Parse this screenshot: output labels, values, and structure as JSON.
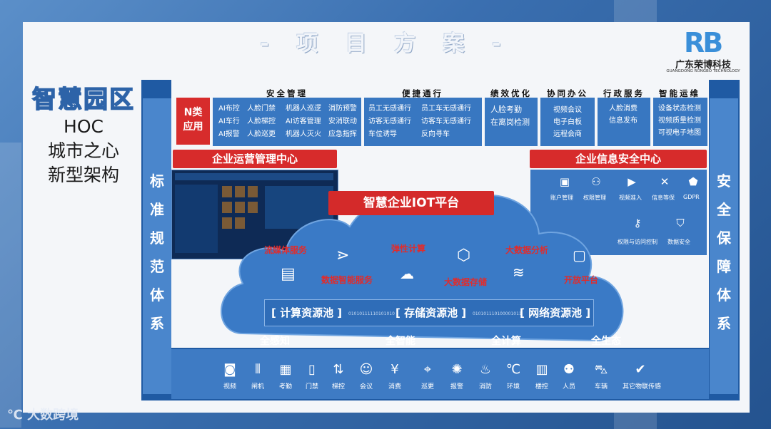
{
  "slide_title": "- 项 目 方 案 -",
  "logo": {
    "mark_r": "R",
    "mark_b": "B",
    "name_cn": "广东荣博科技",
    "name_en": "GUANGDONG RONGBO TECHNOLOGY"
  },
  "left_title": {
    "main": "智慧园区",
    "lines": [
      "HOC",
      "城市之心",
      "新型架构"
    ]
  },
  "left_side": [
    "标",
    "准",
    "规",
    "范",
    "体",
    "系"
  ],
  "right_side": [
    "安",
    "全",
    "保",
    "障",
    "体",
    "系"
  ],
  "napp": {
    "line1": "N类",
    "line2": "应用"
  },
  "categories": [
    {
      "header": "安全管理",
      "items": [
        "AI布控",
        "人脸门禁",
        "机器人巡逻",
        "消防预警",
        "AI车行",
        "人脸梯控",
        "AI访客管理",
        "安消联动",
        "AI报警",
        "人脸巡更",
        "机器人灭火",
        "应急指挥"
      ]
    },
    {
      "header": "便捷通行",
      "items": [
        "员工无感通行",
        "员工车无感通行",
        "访客无感通行",
        "访客车无感通行",
        "车位诱导",
        "反向寻车"
      ]
    },
    {
      "header": "绩效优化",
      "items": [
        "人脸考勤",
        "在离岗检测"
      ]
    },
    {
      "header": "协同办公",
      "items": [
        "视频会议",
        "电子白板",
        "远程会商"
      ]
    },
    {
      "header": "行政服务",
      "items": [
        "人脸消费",
        "信息发布"
      ]
    },
    {
      "header": "智能运维",
      "items": [
        "设备状态检测",
        "视频质量检测",
        "可视电子地图"
      ]
    }
  ],
  "left_center": "企业运营管理中心",
  "right_center": "企业信息安全中心",
  "security_items": [
    {
      "icon": "id-card-icon",
      "glyph": "▣",
      "label": "账户管理"
    },
    {
      "icon": "user-shield-icon",
      "glyph": "⚇",
      "label": "权限管理"
    },
    {
      "icon": "video-camera-icon",
      "glyph": "▶",
      "label": "视频准入"
    },
    {
      "icon": "info-grade-icon",
      "glyph": "✕",
      "label": "信息等保"
    },
    {
      "icon": "gdpr-icon",
      "glyph": "⬟",
      "label": "GDPR"
    },
    {
      "icon": "key-icon",
      "glyph": "⚷",
      "label": "权限与访问控制"
    },
    {
      "icon": "shield-check-icon",
      "glyph": "⛉",
      "label": "数据安全"
    }
  ],
  "platform_title": "智慧企业IOT平台",
  "services": [
    "流媒体服务",
    "数据智能服务",
    "弹性计算",
    "大数据存储",
    "大数据分析",
    "开放平台"
  ],
  "resources": [
    "[ 计算资源池 ]",
    "[ 存储资源池 ]",
    "[ 网络资源池 ]"
  ],
  "binary": "01010111110101010",
  "binary2": "010101110100001011",
  "pillars": [
    "全感知",
    "全智能",
    "全计算",
    "全生态"
  ],
  "devices": [
    {
      "icon": "cctv-camera-icon",
      "glyph": "◙",
      "label": "视频"
    },
    {
      "icon": "gate-icon",
      "glyph": "⫴",
      "label": "闸机"
    },
    {
      "icon": "calendar-icon",
      "glyph": "▦",
      "label": "考勤"
    },
    {
      "icon": "door-icon",
      "glyph": "▯",
      "label": "门禁"
    },
    {
      "icon": "elevator-icon",
      "glyph": "⇅",
      "label": "梯控"
    },
    {
      "icon": "meeting-icon",
      "glyph": "☺",
      "label": "会议"
    },
    {
      "icon": "yuan-coin-icon",
      "glyph": "¥",
      "label": "消费"
    },
    {
      "icon": "patrol-route-icon",
      "glyph": "⌖",
      "label": "巡更"
    },
    {
      "icon": "alarm-light-icon",
      "glyph": "✺",
      "label": "报警"
    },
    {
      "icon": "fire-extinguisher-icon",
      "glyph": "♨",
      "label": "消防"
    },
    {
      "icon": "thermometer-icon",
      "glyph": "℃",
      "label": "环境"
    },
    {
      "icon": "building-icon",
      "glyph": "▥",
      "label": "楼控"
    },
    {
      "icon": "person-icon",
      "glyph": "⚉",
      "label": "人员"
    },
    {
      "icon": "car-icon",
      "glyph": "⛍",
      "label": "车辆"
    },
    {
      "icon": "iot-sensor-icon",
      "glyph": "✔",
      "label": "其它物联传感"
    }
  ],
  "watermark": "大数跨境"
}
